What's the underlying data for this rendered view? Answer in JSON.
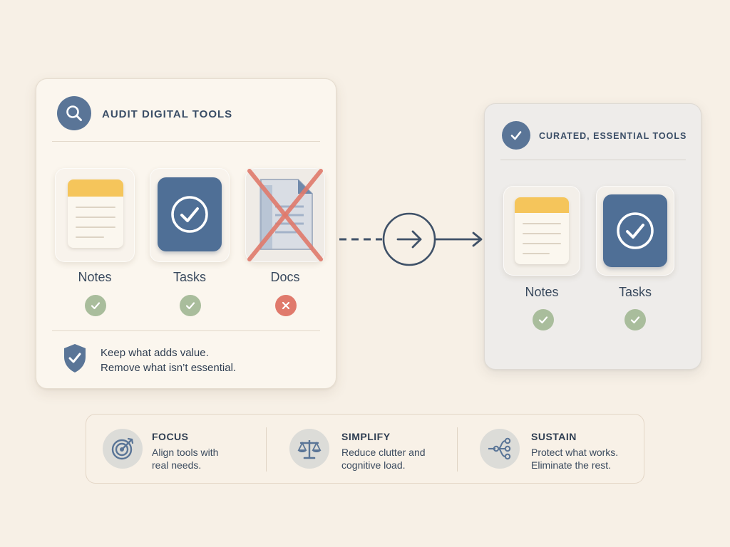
{
  "audit": {
    "title": "AUDIT DIGITAL TOOLS",
    "icon": "search-icon",
    "tools": [
      {
        "label": "Notes",
        "icon": "notes-icon",
        "status": "kept",
        "status_icon": "check-icon"
      },
      {
        "label": "Tasks",
        "icon": "tasks-icon",
        "status": "kept",
        "status_icon": "check-icon"
      },
      {
        "label": "Docs",
        "icon": "document-icon",
        "status": "removed",
        "status_icon": "x-icon"
      }
    ],
    "note": {
      "icon": "shield-check-icon",
      "line1": "Keep what adds value.",
      "line2": "Remove what isn’t essential."
    }
  },
  "flow": {
    "icon": "arrow-right-icon"
  },
  "curated": {
    "title": "CURATED, ESSENTIAL TOOLS",
    "icon": "check-circle-icon",
    "tools": [
      {
        "label": "Notes",
        "icon": "notes-icon",
        "status": "kept",
        "status_icon": "check-icon"
      },
      {
        "label": "Tasks",
        "icon": "tasks-icon",
        "status": "kept",
        "status_icon": "check-icon"
      }
    ]
  },
  "principles": [
    {
      "title": "FOCUS",
      "line1": "Align tools with",
      "line2": "real needs.",
      "icon": "target-icon"
    },
    {
      "title": "SIMPLIFY",
      "line1": "Reduce clutter and",
      "line2": "cognitive load.",
      "icon": "balance-scale-icon"
    },
    {
      "title": "SUSTAIN",
      "line1": "Protect what works.",
      "line2": "Eliminate the rest.",
      "icon": "branch-flow-icon"
    }
  ],
  "colors": {
    "background": "#f7f0e6",
    "accent_blue": "#4f6f96",
    "note_yellow": "#f5c55b",
    "check_green": "#a9bd9c",
    "remove_red": "#e07a6c"
  }
}
